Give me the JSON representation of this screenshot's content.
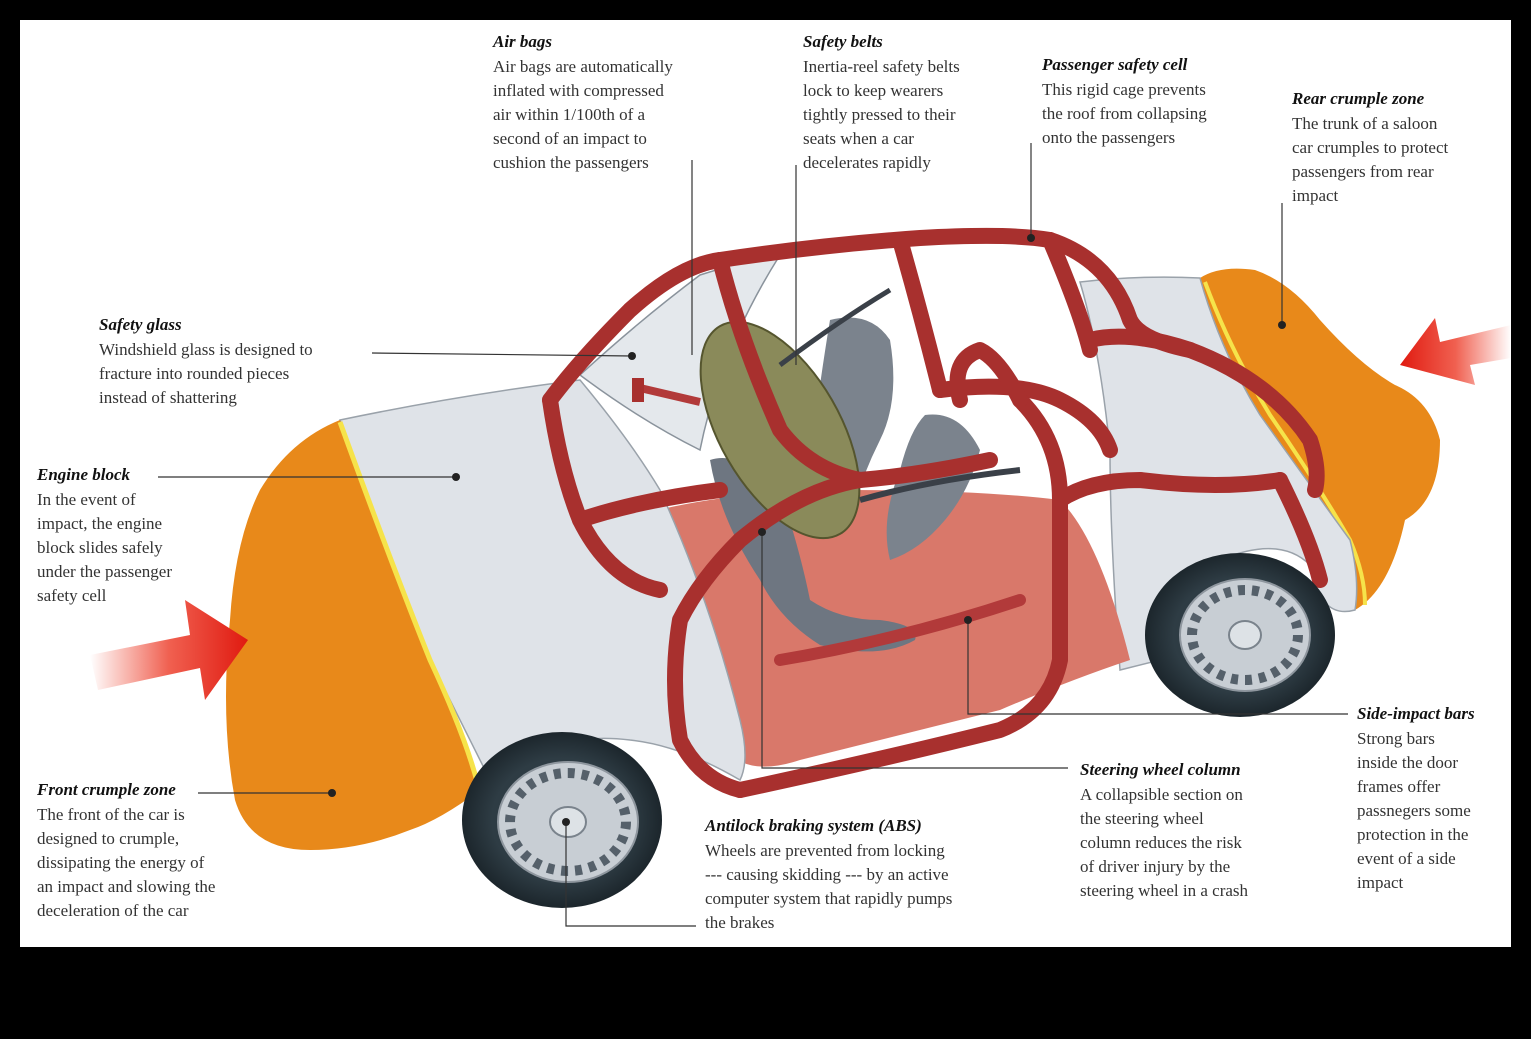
{
  "labels": {
    "air_bags": {
      "title": "Air bags",
      "lines": [
        "Air bags are automatically",
        "inflated with compressed",
        "air within 1/100th of a",
        "second of an impact to",
        "cushion the passengers"
      ]
    },
    "safety_belts": {
      "title": "Safety belts",
      "lines": [
        "Inertia-reel safety belts",
        "lock to keep wearers",
        "tightly pressed to their",
        "seats when a car",
        "decelerates rapidly"
      ]
    },
    "passenger_cell": {
      "title": "Passenger safety cell",
      "lines": [
        "This rigid cage prevents",
        "the roof from collapsing",
        "onto the passengers"
      ]
    },
    "rear_crumple": {
      "title": "Rear crumple zone",
      "lines": [
        "The trunk of a saloon",
        "car crumples to protect",
        "passengers from rear",
        "impact"
      ]
    },
    "safety_glass": {
      "title": "Safety glass",
      "lines": [
        "Windshield glass is designed to",
        "fracture into rounded pieces",
        "instead of shattering"
      ]
    },
    "engine_block": {
      "title": "Engine block",
      "lines": [
        "In the event of",
        "impact, the engine",
        "block slides safely",
        "under the passenger",
        "safety cell"
      ]
    },
    "front_crumple": {
      "title": "Front crumple zone",
      "lines": [
        "The front of the car is",
        "designed to crumple,",
        "dissipating the energy of",
        "an impact and slowing the",
        "deceleration of the car"
      ]
    },
    "abs": {
      "title": "Antilock braking system (ABS)",
      "lines": [
        "Wheels are prevented from locking",
        "--- causing skidding --- by an active",
        "computer system that rapidly pumps",
        "the brakes"
      ]
    },
    "steering": {
      "title": "Steering wheel column",
      "lines": [
        "A collapsible section on",
        "the steering wheel",
        "column reduces the risk",
        "of driver injury by the",
        "steering wheel in a crash"
      ]
    },
    "side_impact": {
      "title": "Side-impact bars",
      "lines": [
        "Strong bars",
        "inside the door",
        "frames offer",
        "passnegers some",
        "protection in the",
        "event of a side",
        "impact"
      ]
    }
  },
  "colors": {
    "crumple_zone": "#e88a1a",
    "cage": "#b23a3a",
    "floor": "#d9786a",
    "body_panel": "#dfe3e8",
    "impact_arrow": "#e8201a",
    "airbag": "#8a8a5a"
  }
}
